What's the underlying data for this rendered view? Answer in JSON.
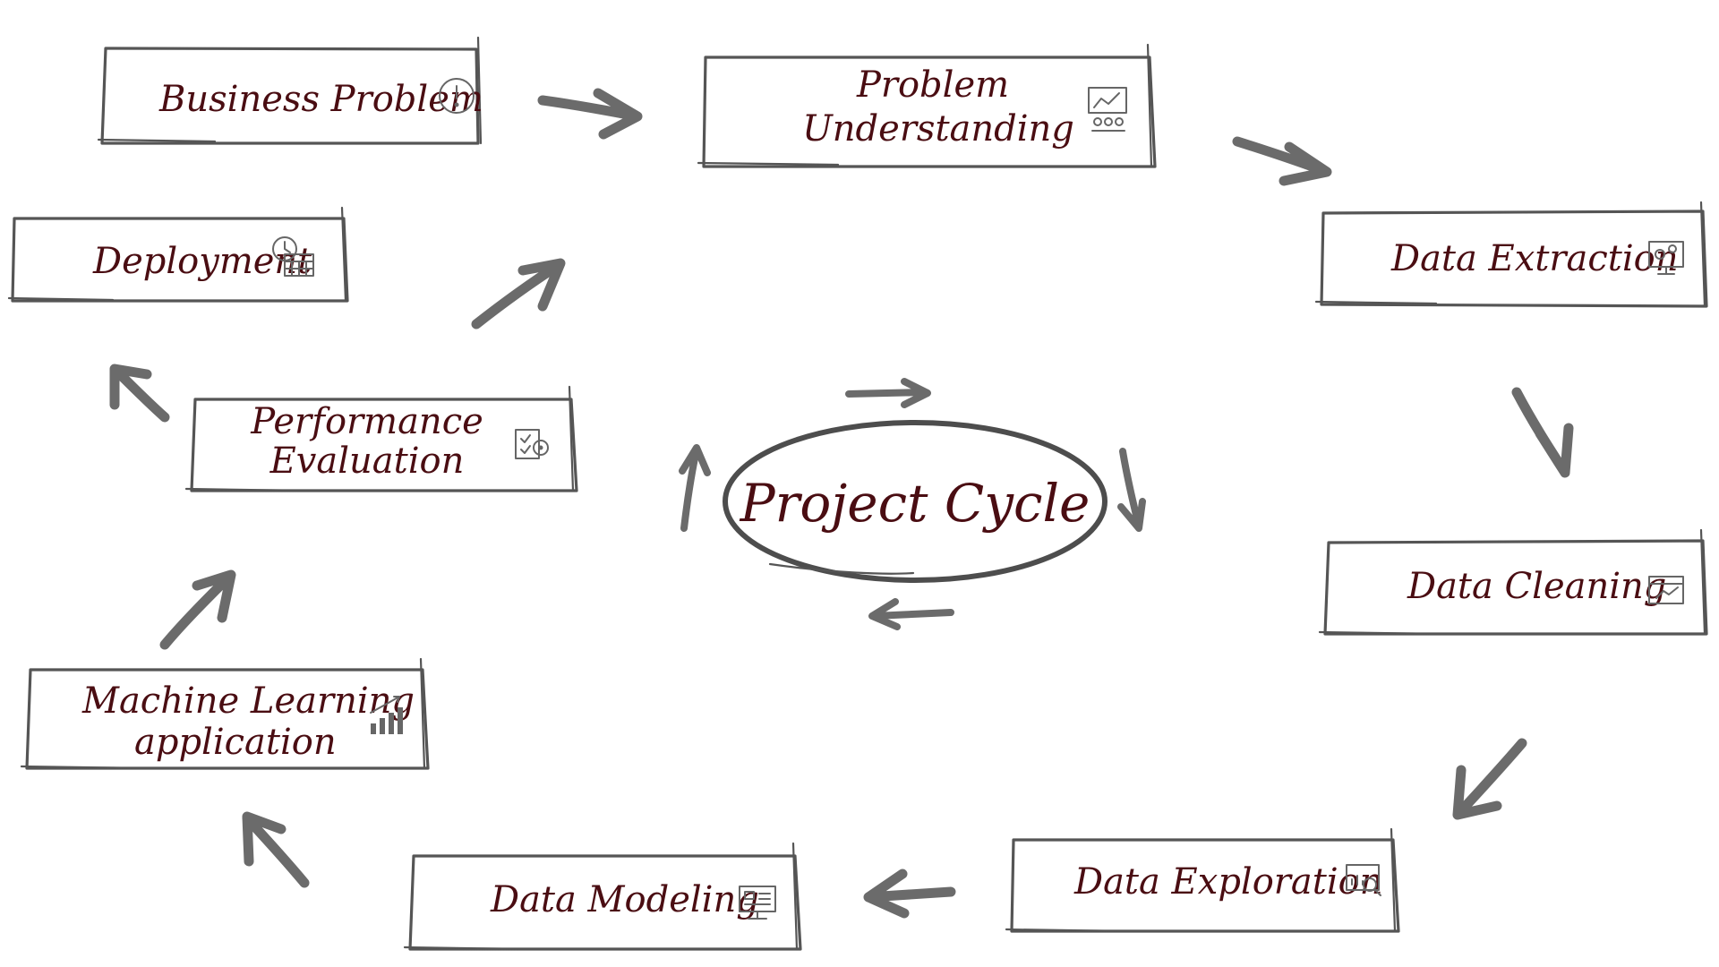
{
  "diagram": {
    "center": {
      "label": "Project Cycle"
    },
    "nodes": [
      {
        "id": "business-problem",
        "lines": [
          "Business Problem"
        ],
        "icon": "exclamation-circle-icon"
      },
      {
        "id": "problem-understanding",
        "lines": [
          "Problem",
          "Understanding"
        ],
        "icon": "presentation-board-icon"
      },
      {
        "id": "data-extraction",
        "lines": [
          "Data Extraction"
        ],
        "icon": "monitor-gears-icon"
      },
      {
        "id": "data-cleaning",
        "lines": [
          "Data Cleaning"
        ],
        "icon": "browser-chart-icon"
      },
      {
        "id": "data-exploration",
        "lines": [
          "Data Exploration"
        ],
        "icon": "magnifier-chart-icon"
      },
      {
        "id": "data-modeling",
        "lines": [
          "Data Modeling"
        ],
        "icon": "monitor-dashboard-icon"
      },
      {
        "id": "machine-learning-application",
        "lines": [
          "Machine Learning",
          "application"
        ],
        "icon": "bar-chart-trend-icon"
      },
      {
        "id": "performance-evaluation",
        "lines": [
          "Performance",
          "Evaluation"
        ],
        "icon": "checklist-target-icon"
      },
      {
        "id": "deployment",
        "lines": [
          "Deployment"
        ],
        "icon": "clock-calendar-icon"
      }
    ],
    "flow": [
      [
        "business-problem",
        "problem-understanding"
      ],
      [
        "problem-understanding",
        "data-extraction"
      ],
      [
        "data-extraction",
        "data-cleaning"
      ],
      [
        "data-cleaning",
        "data-exploration"
      ],
      [
        "data-exploration",
        "data-modeling"
      ],
      [
        "data-modeling",
        "machine-learning-application"
      ],
      [
        "machine-learning-application",
        "performance-evaluation"
      ],
      [
        "performance-evaluation",
        "deployment"
      ],
      [
        "performance-evaluation",
        "problem-understanding"
      ]
    ]
  }
}
